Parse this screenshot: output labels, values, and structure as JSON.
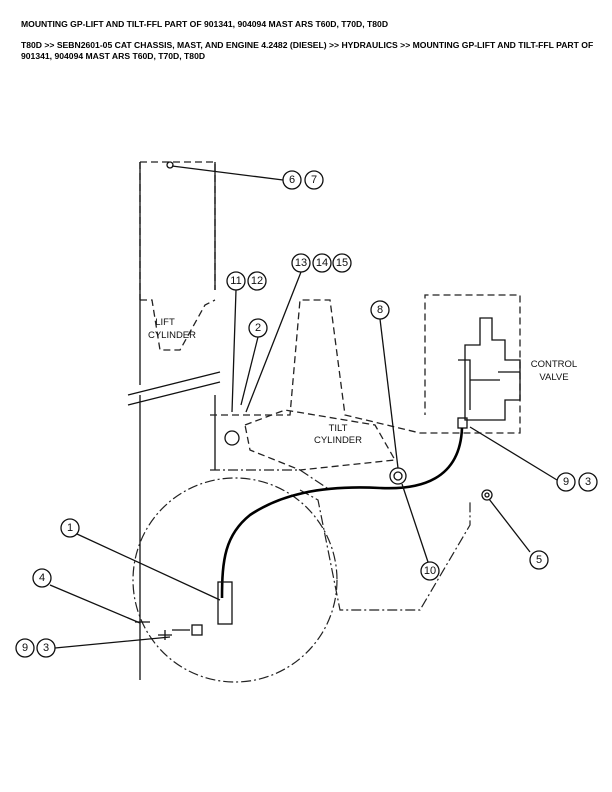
{
  "header": {
    "title": "MOUNTING GP-LIFT AND TILT-FFL PART OF 901341, 904094 MAST ARS T60D, T70D, T80D",
    "breadcrumb": "T80D >> SEBN2601-05 CAT CHASSIS, MAST, AND ENGINE 4.2482 (DIESEL) >> HYDRAULICS >> MOUNTING GP-LIFT AND TILT-FFL PART OF 901341, 904094 MAST ARS T60D, T70D, T80D"
  },
  "diagram": {
    "labels": {
      "lift_1": "LIFT",
      "lift_2": "CYLINDER",
      "tilt_1": "TILT",
      "tilt_2": "CYLINDER",
      "valve_1": "CONTROL",
      "valve_2": "VALVE"
    },
    "callouts": {
      "c6": "6",
      "c7": "7",
      "c11": "11",
      "c12": "12",
      "c13": "13",
      "c14": "14",
      "c15": "15",
      "c2": "2",
      "c8": "8",
      "c9r": "9",
      "c3r": "3",
      "c5": "5",
      "c10": "10",
      "c1": "1",
      "c4": "4",
      "c9l": "9",
      "c3l": "3"
    }
  }
}
